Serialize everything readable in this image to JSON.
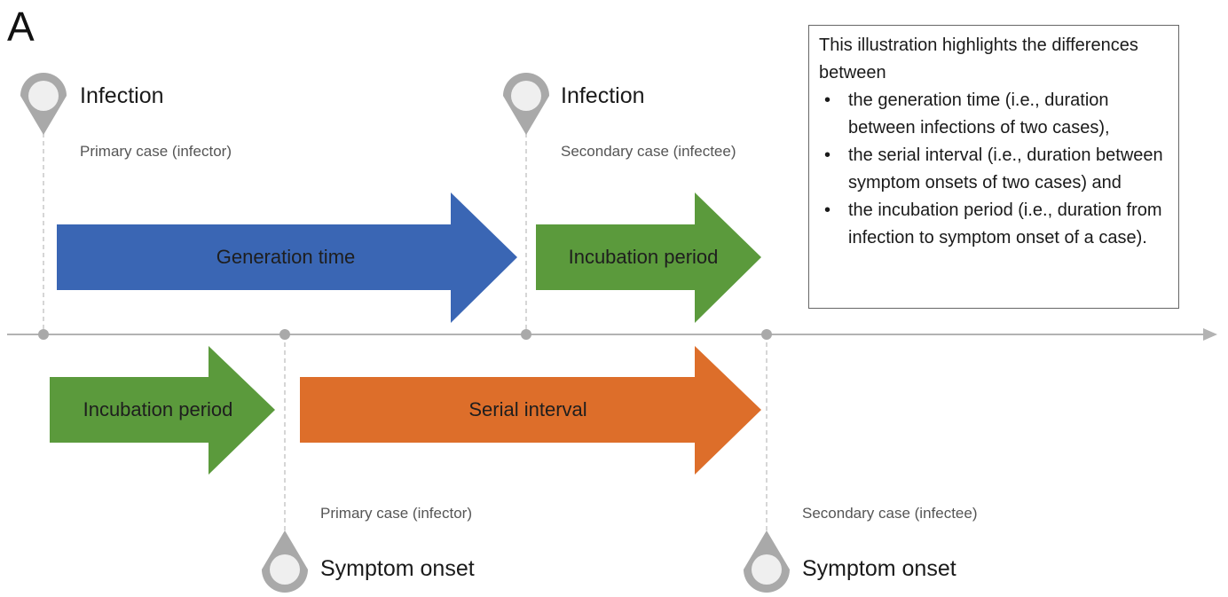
{
  "panel_label": "A",
  "top_events": {
    "primary_infection": {
      "title": "Infection",
      "subtitle": "Primary case (infector)"
    },
    "secondary_infection": {
      "title": "Infection",
      "subtitle": "Secondary case (infectee)"
    }
  },
  "bottom_events": {
    "primary_onset": {
      "title": "Symptom onset",
      "subtitle": "Primary case (infector)"
    },
    "secondary_onset": {
      "title": "Symptom onset",
      "subtitle": "Secondary case (infectee)"
    }
  },
  "arrows": {
    "generation_time": {
      "label": "Generation time",
      "color": "#3a66b4"
    },
    "incubation_secondary": {
      "label": "Incubation period",
      "color": "#5b9a3c"
    },
    "incubation_primary": {
      "label": "Incubation period",
      "color": "#5b9a3c"
    },
    "serial_interval": {
      "label": "Serial interval",
      "color": "#dd6e2a"
    }
  },
  "colors": {
    "timeline": "#b3b3b3",
    "pin": "#a9a9a9",
    "pin_center": "#efefef",
    "dashed_line": "#c8c8c8"
  },
  "info_box": {
    "intro": "This illustration highlights the differences between",
    "bullets": [
      "the generation time (i.e., duration between infections of two cases),",
      "the serial interval (i.e., duration between symptom onsets of two cases) and",
      "the incubation period (i.e., duration from infection to symptom onset of a case)."
    ]
  }
}
